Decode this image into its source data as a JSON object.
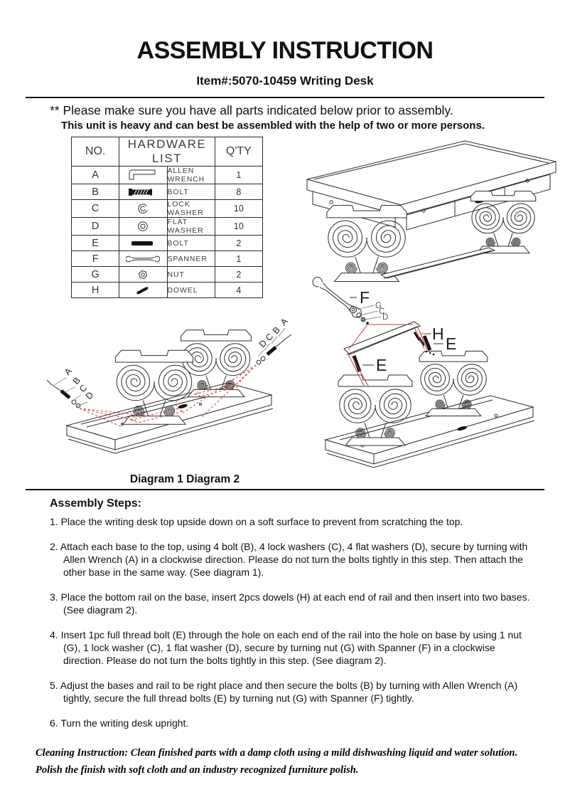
{
  "header": {
    "title": "ASSEMBLY INSTRUCTION",
    "item": "Item#:5070-10459 Writing Desk",
    "note1": "** Please make sure you have all parts indicated below prior to assembly.",
    "note2": "This unit is heavy and can best be assembled with the help of two or more persons."
  },
  "hardware_table": {
    "col_no": "NO.",
    "col_list": "HARDWARE LIST",
    "col_qty": "Q'TY",
    "rows": [
      {
        "no": "A",
        "icon": "allen-wrench-icon",
        "name": "ALLEN WRENCH",
        "qty": "1"
      },
      {
        "no": "B",
        "icon": "bolt-icon",
        "name": "BOLT",
        "qty": "8"
      },
      {
        "no": "C",
        "icon": "lock-washer-icon",
        "name": "LOCK WASHER",
        "qty": "10"
      },
      {
        "no": "D",
        "icon": "flat-washer-icon",
        "name": "FLAT WASHER",
        "qty": "10"
      },
      {
        "no": "E",
        "icon": "full-thread-bolt-icon",
        "name": "BOLT",
        "qty": "2"
      },
      {
        "no": "F",
        "icon": "spanner-icon",
        "name": "SPANNER",
        "qty": "1"
      },
      {
        "no": "G",
        "icon": "nut-icon",
        "name": "NUT",
        "qty": "2"
      },
      {
        "no": "H",
        "icon": "dowel-icon",
        "name": "DOWEL",
        "qty": "4"
      }
    ]
  },
  "diagrams": {
    "caption": "Diagram 1 Diagram 2",
    "labels": {
      "a": "A",
      "b": "B",
      "c": "C",
      "d": "D",
      "e": "E",
      "f": "F",
      "g": "G",
      "h": "H"
    }
  },
  "steps": {
    "heading": "Assembly Steps:",
    "items": [
      "1. Place the writing desk top upside down on a soft surface to prevent from scratching the top.",
      "2. Attach each base to the top, using 4 bolt (B), 4 lock washers (C), 4 flat washers (D), secure by turning with Allen Wrench (A) in a clockwise direction. Please do not turn the bolts tightly in this step. Then attach the other base in the same way. (See diagram 1).",
      "3. Place the bottom rail on the base, insert 2pcs dowels (H) at each end of rail and then insert into two bases. (See diagram 2).",
      "4. Insert 1pc full thread bolt (E) through the hole on each end of the rail into the hole on base by using 1 nut (G), 1 lock washer (C), 1 flat washer (D), secure by turning nut (G) with Spanner (F) in a clockwise direction. Please do not turn the bolts tightly in this step. (See diagram 2).",
      "5. Adjust the bases and rail to be right place and then secure the bolts (B) by turning with Allen Wrench (A) tightly, secure the full thread bolts (E) by turning nut (G) with Spanner (F) tightly.",
      "6. Turn the writing desk upright."
    ]
  },
  "cleaning": {
    "line1": "Cleaning Instruction: Clean finished parts with a damp cloth using a mild dishwashing liquid and water solution.",
    "line2": "Polish the finish with soft cloth and an industry recognized furniture polish."
  },
  "colors": {
    "ink": "#111111",
    "leader_red": "#c4403c",
    "paper": "#ffffff"
  }
}
